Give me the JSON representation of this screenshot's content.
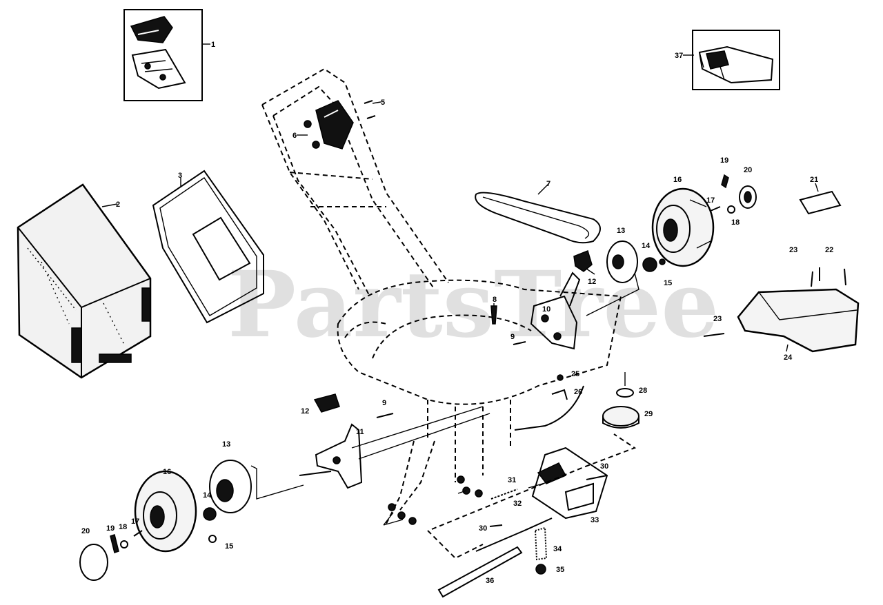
{
  "watermark": "PartsTree",
  "callouts": {
    "c1": "1",
    "c2": "2",
    "c3": "3",
    "c5": "5",
    "c6": "6",
    "c7": "7",
    "c8": "8",
    "c9a": "9",
    "c9b": "9",
    "c10": "10",
    "c11": "11",
    "c12a": "12",
    "c12b": "12",
    "c13a": "13",
    "c13b": "13",
    "c14a": "14",
    "c14b": "14",
    "c15a": "15",
    "c15b": "15",
    "c16a": "16",
    "c16b": "16",
    "c17a": "17",
    "c17b": "17",
    "c18a": "18",
    "c18b": "18",
    "c19a": "19",
    "c19b": "19",
    "c20a": "20",
    "c20b": "20",
    "c21": "21",
    "c22": "22",
    "c23a": "23",
    "c23b": "23",
    "c24": "24",
    "c25": "25",
    "c26": "26",
    "c28": "28",
    "c29": "29",
    "c30a": "30",
    "c30b": "30",
    "c31": "31",
    "c32": "32",
    "c33": "33",
    "c34": "34",
    "c35": "35",
    "c36": "36",
    "c37": "37"
  }
}
